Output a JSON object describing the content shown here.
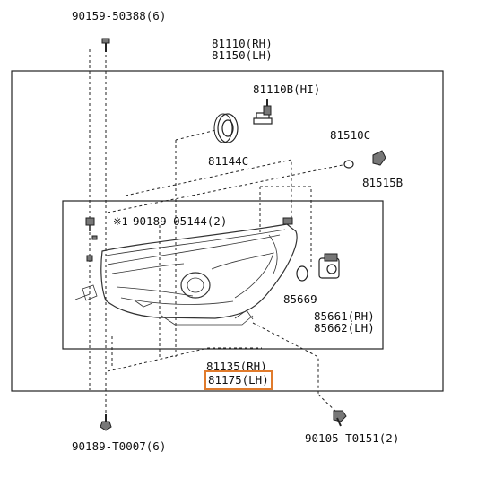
{
  "labels": {
    "screw_top": "90159-50388(6)",
    "assembly_rh": "81110(RH)",
    "assembly_lh": "81150(LH)",
    "bulb_hi": "81110B(HI)",
    "cover": "81144C",
    "bulb_small": "81510C",
    "socket_small": "81515B",
    "clip_marker": "※1",
    "clip": "90189-05144(2)",
    "gasket": "85669",
    "actuator_rh": "85661(RH)",
    "actuator_lh": "85662(LH)",
    "housing_rh": "81135(RH)",
    "housing_lh": "81175(LH)",
    "screw_left": "90189-T0007(6)",
    "screw_right": "90105-T0151(2)"
  },
  "colors": {
    "highlight": "#e07b2c",
    "line": "#222222"
  }
}
